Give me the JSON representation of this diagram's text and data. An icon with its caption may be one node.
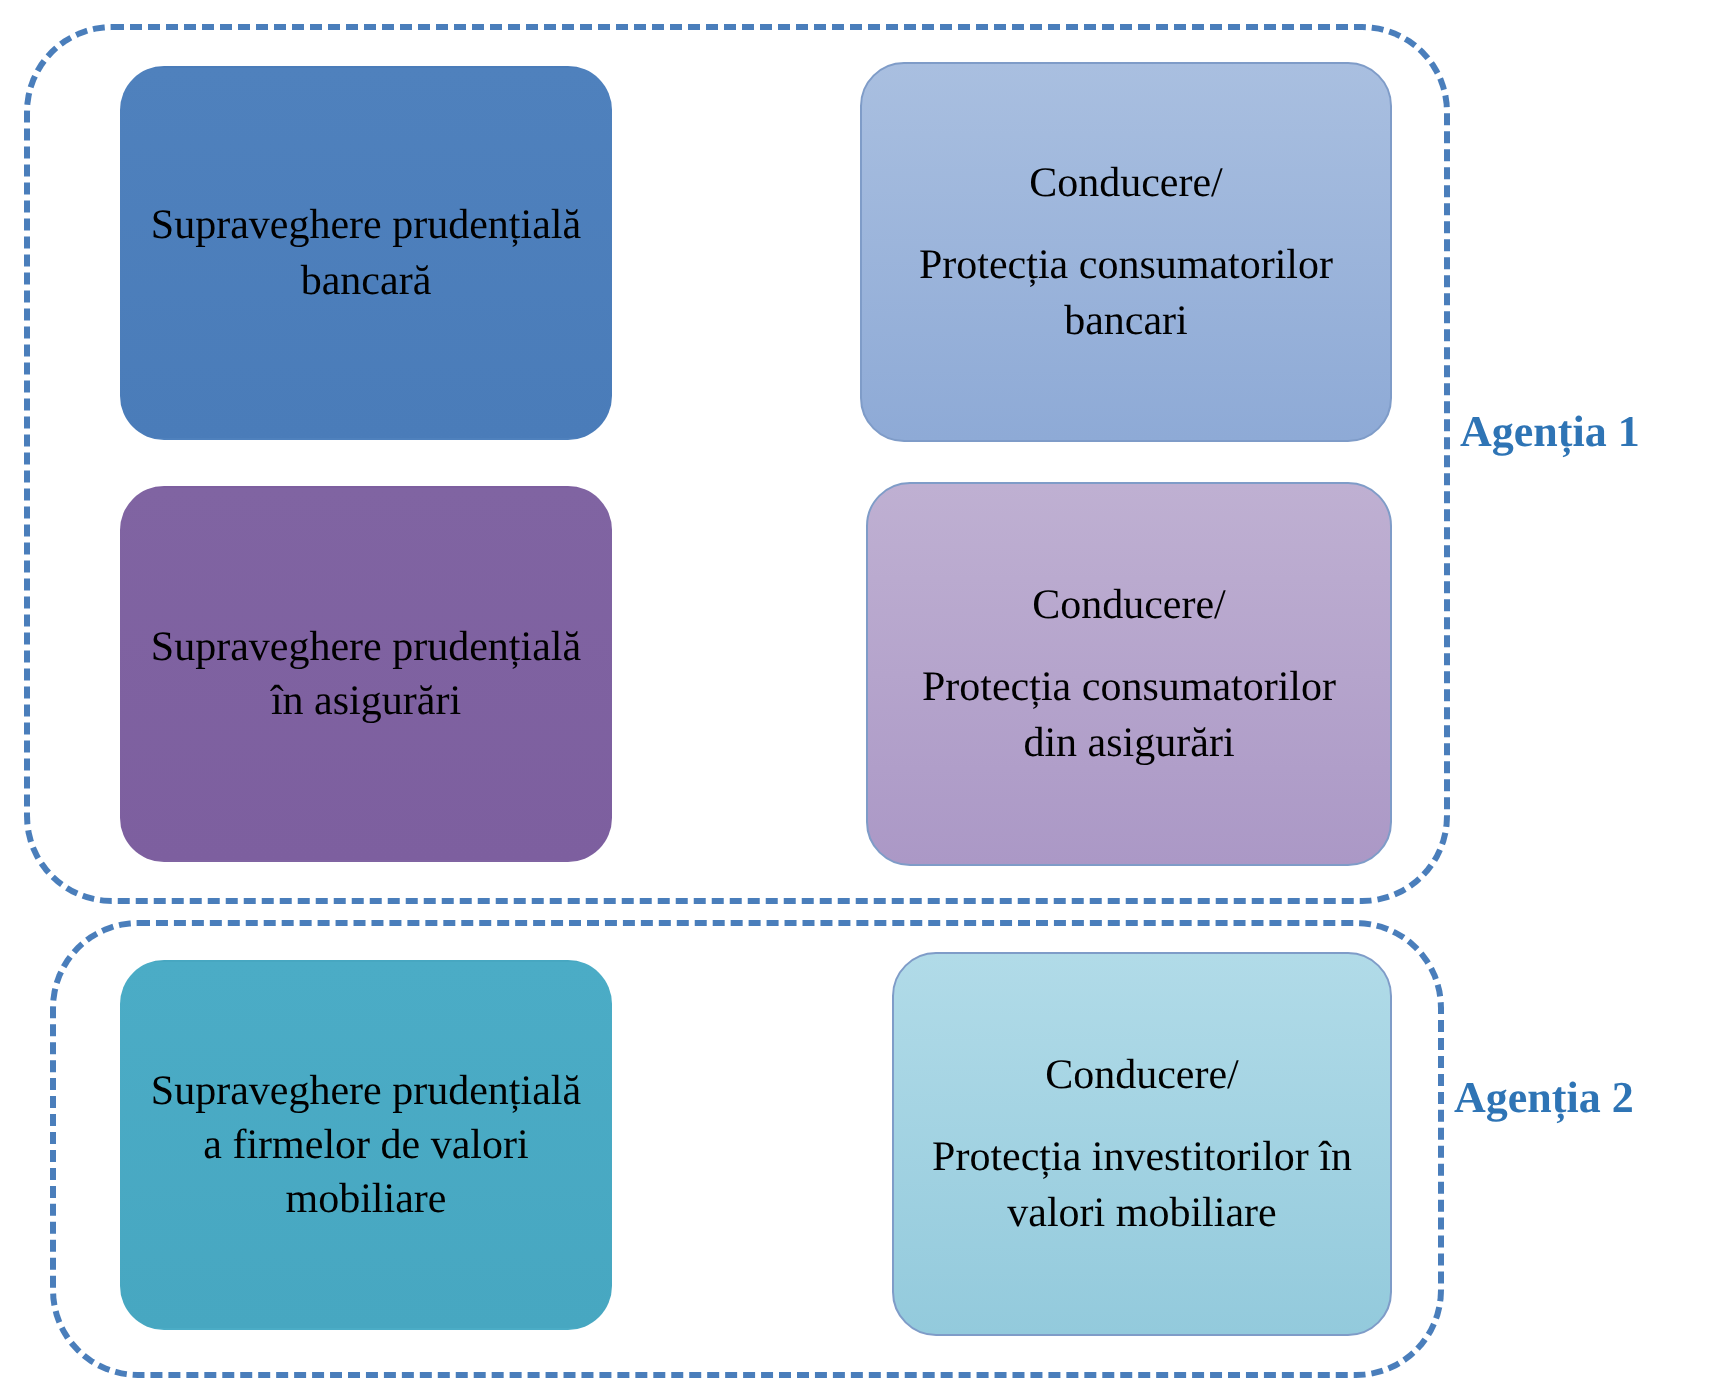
{
  "diagram": {
    "nodes": [
      {
        "text": [
          "Agenția 1"
        ]
      },
      {
        "text": [
          "Supraveghere prudențială bancară"
        ],
        "in": 0
      },
      {
        "text": [
          "Conducere/",
          "Protecția consumatorilor bancari"
        ],
        "in": 0
      },
      {
        "text": [
          "Supraveghere prudențială în asigurări"
        ],
        "in": 0
      },
      {
        "text": [
          "Conducere/",
          "Protecția consumatorilor din asigurări"
        ],
        "in": 0
      },
      {
        "text": [
          "Agenția 2"
        ]
      },
      {
        "text": [
          "Supraveghere prudențială a firmelor de valori mobiliare"
        ],
        "in": 5
      },
      {
        "text": [
          "Conducere/",
          "Protecția investitorilor în valori mobiliare"
        ],
        "in": 5
      }
    ]
  }
}
